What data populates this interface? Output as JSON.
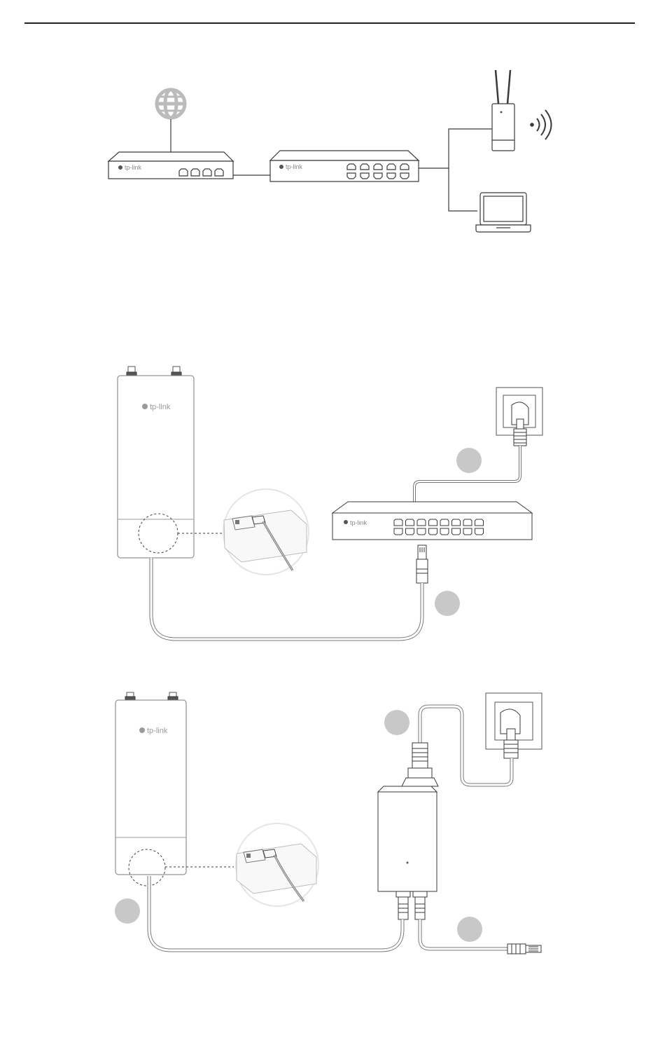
{
  "brand": {
    "label": "tp-link",
    "logo_icon": "tp-link-logo-icon"
  },
  "colors": {
    "line": "#3a3a3a",
    "light_line": "#9a9a9a",
    "step_circle": "#c8c8c8",
    "device_fill": "#ffffff"
  },
  "icons": {
    "internet": "globe-icon",
    "wireless": "wifi-signal-icon",
    "laptop": "laptop-icon",
    "outlet": "wall-outlet-icon"
  },
  "diagrams": [
    {
      "name": "network-topology",
      "devices": [
        "internet-globe",
        "router",
        "switch",
        "access-point",
        "laptop"
      ]
    },
    {
      "name": "poe-switch-connection",
      "devices": [
        "access-point",
        "port-closeup",
        "poe-switch",
        "wall-outlet"
      ],
      "step_markers": 2
    },
    {
      "name": "poe-adapter-connection",
      "devices": [
        "access-point",
        "port-closeup",
        "poe-adapter",
        "wall-outlet"
      ],
      "step_markers": 3
    }
  ]
}
